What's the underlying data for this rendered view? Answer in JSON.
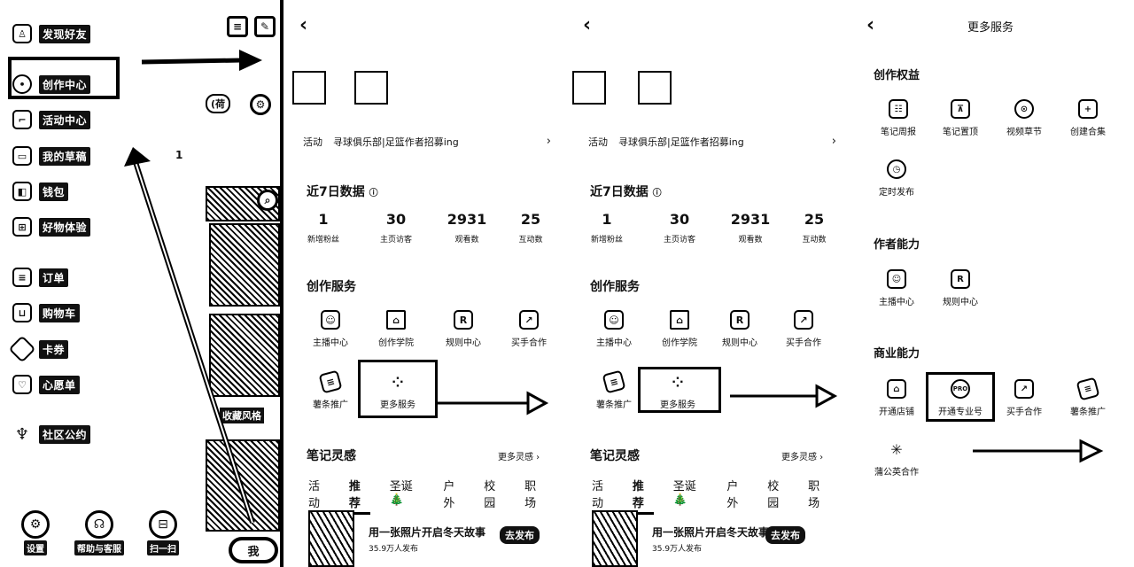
{
  "panel1": {
    "menu": [
      {
        "label": "发现好友",
        "icon": "person-add-icon"
      },
      {
        "label": "创作中心",
        "icon": "lightbulb-icon"
      },
      {
        "label": "活动中心",
        "icon": "flag-icon"
      },
      {
        "label": "我的草稿",
        "icon": "draft-box-icon"
      },
      {
        "label": "钱包",
        "icon": "wallet-icon"
      },
      {
        "label": "好物体验",
        "icon": "gift-icon"
      },
      {
        "label": "订单",
        "icon": "order-list-icon"
      },
      {
        "label": "购物车",
        "icon": "cart-icon"
      },
      {
        "label": "卡券",
        "icon": "coupon-icon"
      },
      {
        "label": "心愿单",
        "icon": "wishlist-icon"
      },
      {
        "label": "社区公约",
        "icon": "community-icon"
      }
    ],
    "bottom": [
      {
        "label": "设置",
        "icon": "settings-icon"
      },
      {
        "label": "帮助与客服",
        "icon": "help-icon"
      },
      {
        "label": "扫一扫",
        "icon": "scan-icon"
      }
    ],
    "count_badge": "1",
    "right_btn_label": "(荷",
    "collection_label": "收藏风格",
    "me_tab": "我"
  },
  "creation": {
    "activity_tag": "活动",
    "activity_text": "寻球俱乐部|足篮作者招募ing",
    "data_title": "近7日数据",
    "stats": [
      {
        "value": "1",
        "label": "新增粉丝"
      },
      {
        "value": "30",
        "label": "主页访客"
      },
      {
        "value": "2931",
        "label": "观看数"
      },
      {
        "value": "25",
        "label": "互动数"
      }
    ],
    "services_title": "创作服务",
    "services": [
      {
        "label": "主播中心",
        "icon": "streamer-icon"
      },
      {
        "label": "创作学院",
        "icon": "graduation-cap-icon"
      },
      {
        "label": "规则中心",
        "icon": "rule-book-icon"
      },
      {
        "label": "买手合作",
        "icon": "shopping-bag-icon"
      }
    ],
    "services_row2": [
      {
        "label": "薯条推广",
        "icon": "fries-icon"
      },
      {
        "label": "更多服务",
        "icon": "grid-dots-icon"
      }
    ],
    "notes_title": "笔记灵感",
    "notes_more": "更多灵感 ›",
    "tabs": [
      "活动",
      "推荐",
      "圣诞🎄",
      "户外",
      "校园",
      "职场"
    ],
    "card_title": "用一张照片开启冬天故事",
    "card_sub": "35.9万人发布",
    "card_btn": "去发布"
  },
  "more_services": {
    "title": "更多服务",
    "sections": [
      {
        "title": "创作权益",
        "items": [
          {
            "label": "笔记周报",
            "icon": "weekly-report-icon"
          },
          {
            "label": "笔记置顶",
            "icon": "pin-top-icon"
          },
          {
            "label": "视频草节",
            "icon": "video-chapter-icon"
          },
          {
            "label": "创建合集",
            "icon": "add-collection-icon"
          },
          {
            "label": "定时发布",
            "icon": "clock-icon"
          }
        ]
      },
      {
        "title": "作者能力",
        "items": [
          {
            "label": "主播中心",
            "icon": "streamer-icon"
          },
          {
            "label": "规则中心",
            "icon": "rule-book-icon"
          }
        ]
      },
      {
        "title": "商业能力",
        "items": [
          {
            "label": "开通店铺",
            "icon": "store-icon"
          },
          {
            "label": "开通专业号",
            "icon": "pro-badge-icon"
          },
          {
            "label": "买手合作",
            "icon": "shopping-bag-icon"
          },
          {
            "label": "薯条推广",
            "icon": "fries-icon"
          },
          {
            "label": "蒲公英合作",
            "icon": "dandelion-icon"
          }
        ]
      }
    ]
  }
}
